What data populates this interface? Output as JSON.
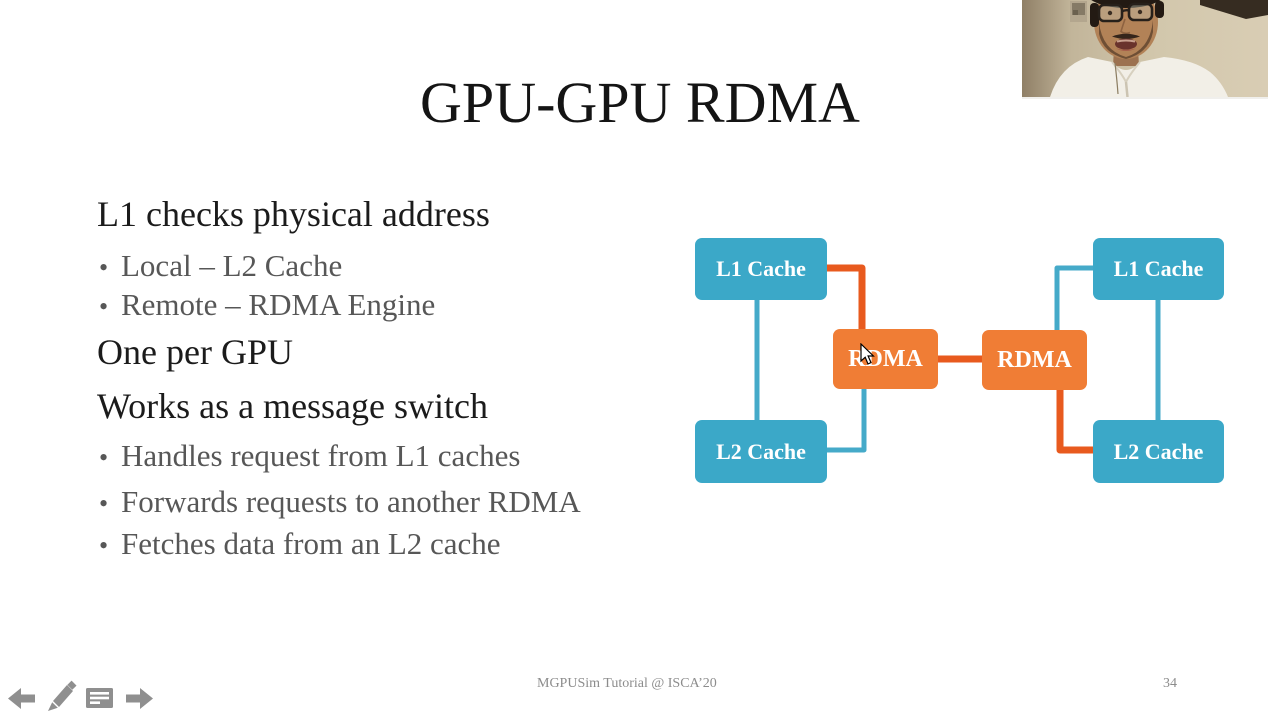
{
  "slide": {
    "title": "GPU-GPU RDMA",
    "bullet_char": "•",
    "body": [
      {
        "style": "heading",
        "text": "L1 checks physical address"
      },
      {
        "style": "bullet",
        "text": "Local – L2 Cache"
      },
      {
        "style": "bullet",
        "text": "Remote – RDMA Engine"
      },
      {
        "style": "heading",
        "text": "One per GPU"
      },
      {
        "style": "heading",
        "text": "Works as a message switch"
      },
      {
        "style": "bullet",
        "text": "Handles request from L1 caches"
      },
      {
        "style": "bullet",
        "text": "Forwards requests to another RDMA"
      },
      {
        "style": "bullet",
        "text": "Fetches data from an L2 cache"
      }
    ],
    "footer_text": "MGPUSim Tutorial @ ISCA’20",
    "page_number": "34"
  },
  "diagram": {
    "gpu1": {
      "l1_label": "L1 Cache",
      "l2_label": "L2 Cache",
      "rdma_label": "RDMA"
    },
    "gpu2": {
      "l1_label": "L1 Cache",
      "l2_label": "L2 Cache",
      "rdma_label": "RDMA"
    },
    "colors": {
      "cache_box": "#3BA8C8",
      "rdma_box": "#F07D35",
      "orange_link": "#E85A1E",
      "blue_link": "#45AAC9"
    }
  },
  "toolbar": {
    "icons": [
      {
        "name": "previous-slide-arrow-icon"
      },
      {
        "name": "pen-tool-icon"
      },
      {
        "name": "annotation-comment-icon"
      },
      {
        "name": "next-slide-arrow-icon"
      }
    ]
  }
}
